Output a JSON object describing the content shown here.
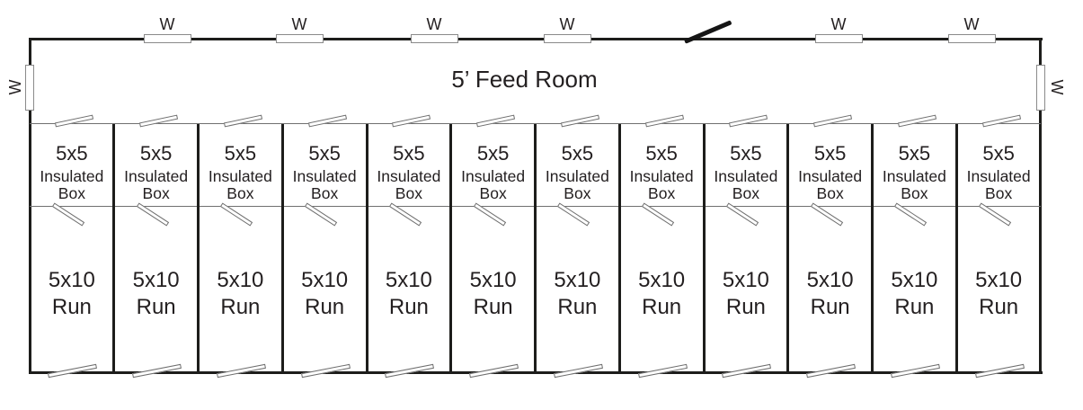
{
  "plan": {
    "feed_room_label": "5’ Feed Room"
  },
  "windows": {
    "label": "W",
    "top_centers_x": [
      186,
      333,
      483,
      631,
      933,
      1081
    ],
    "left_wall": true,
    "right_wall": true
  },
  "stalls": [
    {
      "box_lines": [
        "5x5",
        "Insulated",
        "Box"
      ],
      "run_lines": [
        "5x10",
        "Run"
      ]
    },
    {
      "box_lines": [
        "5x5",
        "Insulated",
        "Box"
      ],
      "run_lines": [
        "5x10",
        "Run"
      ]
    },
    {
      "box_lines": [
        "5x5",
        "Insulated",
        "Box"
      ],
      "run_lines": [
        "5x10",
        "Run"
      ]
    },
    {
      "box_lines": [
        "5x5",
        "Insulated",
        "Box"
      ],
      "run_lines": [
        "5x10",
        "Run"
      ]
    },
    {
      "box_lines": [
        "5x5",
        "Insulated",
        "Box"
      ],
      "run_lines": [
        "5x10",
        "Run"
      ]
    },
    {
      "box_lines": [
        "5x5",
        "Insulated",
        "Box"
      ],
      "run_lines": [
        "5x10",
        "Run"
      ]
    },
    {
      "box_lines": [
        "5x5",
        "Insulated",
        "Box"
      ],
      "run_lines": [
        "5x10",
        "Run"
      ]
    },
    {
      "box_lines": [
        "5x5",
        "Insulated",
        "Box"
      ],
      "run_lines": [
        "5x10",
        "Run"
      ]
    },
    {
      "box_lines": [
        "5x5",
        "Insulated",
        "Box"
      ],
      "run_lines": [
        "5x10",
        "Run"
      ]
    },
    {
      "box_lines": [
        "5x5",
        "Insulated",
        "Box"
      ],
      "run_lines": [
        "5x10",
        "Run"
      ]
    },
    {
      "box_lines": [
        "5x5",
        "Insulated",
        "Box"
      ],
      "run_lines": [
        "5x10",
        "Run"
      ]
    },
    {
      "box_lines": [
        "5x5",
        "Insulated",
        "Box"
      ],
      "run_lines": [
        "5x10",
        "Run"
      ]
    }
  ],
  "colors": {
    "wall": "#1d1d1b",
    "text": "#231f20",
    "window_outline": "#8a8a8a",
    "partition_line": "#707070",
    "swing_outline": "#6e6e6e",
    "door": "#151515"
  }
}
